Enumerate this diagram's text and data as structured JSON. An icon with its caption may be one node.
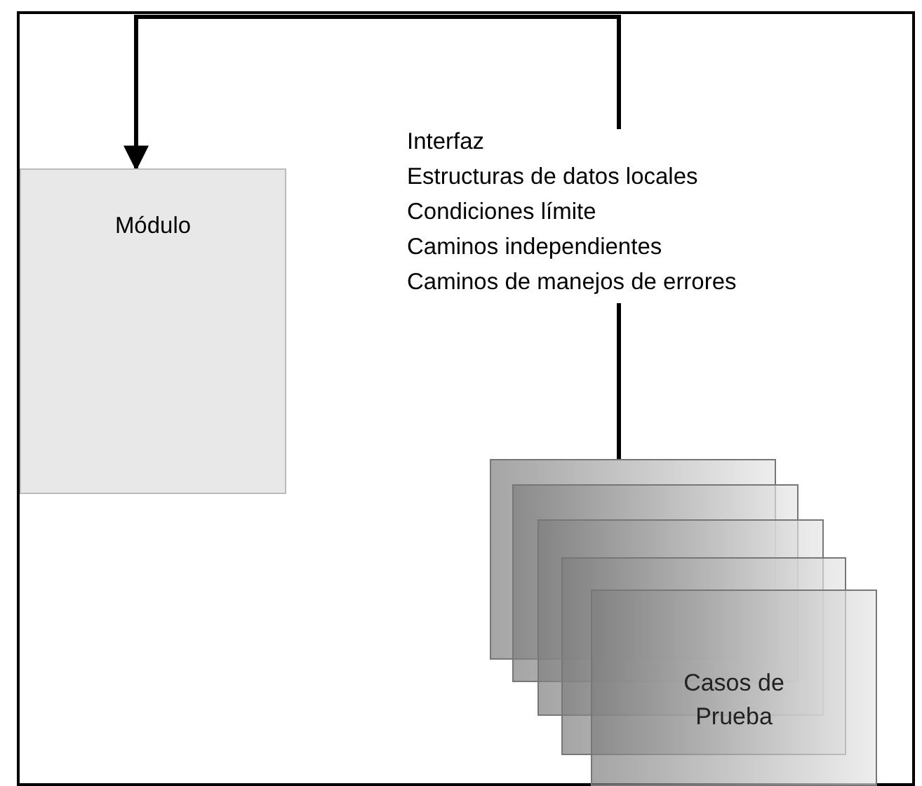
{
  "diagram": {
    "nodes": [
      {
        "text": [
          "Módulo"
        ]
      },
      {
        "text": [
          "Interfaz",
          "Estructuras de datos locales",
          "Condiciones límite",
          "Caminos independientes",
          "Caminos de manejos de errores"
        ]
      },
      {
        "text": [],
        "shape": "box"
      },
      {
        "text": [],
        "shape": "box"
      },
      {
        "text": [],
        "shape": "box"
      },
      {
        "text": [],
        "shape": "box"
      },
      {
        "text": [
          "Casos de Prueba"
        ]
      }
    ],
    "edges": [
      {
        "from": 1,
        "to": 0,
        "arrow": "to"
      },
      {
        "from": 1,
        "to": 2,
        "arrow": "none"
      }
    ]
  }
}
